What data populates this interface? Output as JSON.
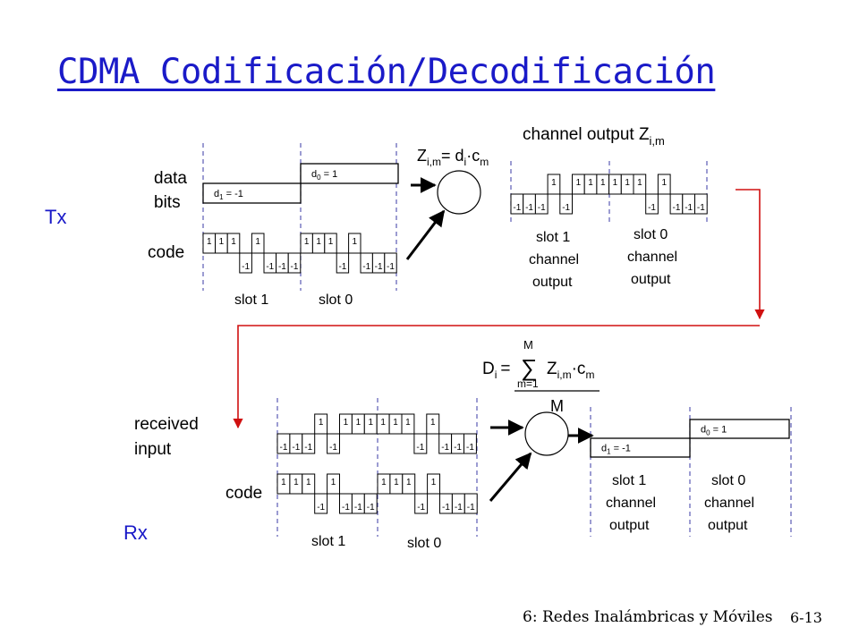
{
  "title": "CDMA Codificación/Decodificación",
  "footer": {
    "chapter": "6: Redes Inalámbricas y Móviles",
    "page": "6-13"
  },
  "colors": {
    "title": "#1a1ac8",
    "side_labels": "#1a1ac8",
    "arrow_red": "#d01010",
    "grid": "#5a5ab4"
  },
  "tx": {
    "side_label": "Tx",
    "data_bits_label": [
      "data",
      "bits"
    ],
    "code_label": "code",
    "slot_labels": [
      "slot 1",
      "slot 0"
    ],
    "bits": [
      {
        "sub": "1",
        "value": "-1"
      },
      {
        "sub": "0",
        "value": "1"
      }
    ],
    "code": [
      "1",
      "1",
      "1",
      "-1",
      "1",
      "-1",
      "-1",
      "-1"
    ],
    "formula": {
      "lhs": "Z",
      "lhs_sub": "i,m",
      "eq": "= d",
      "d_sub": "i",
      "dot": "·c",
      "c_sub": "m"
    },
    "channel_output_label": {
      "text": "channel output Z",
      "sub": "i,m"
    },
    "channel_output": [
      "-1",
      "-1",
      "-1",
      "1",
      "-1",
      "1",
      "1",
      "1",
      "1",
      "1",
      "1",
      "-1",
      "1",
      "-1",
      "-1",
      "-1"
    ],
    "channel_slot_labels": [
      [
        "slot 1",
        "channel",
        "output"
      ],
      [
        "slot 0",
        "channel",
        "output"
      ]
    ]
  },
  "rx": {
    "side_label": "Rx",
    "received_label": [
      "received",
      "input"
    ],
    "code_label": "code",
    "slot_labels": [
      "slot 1",
      "slot 0"
    ],
    "received": [
      "-1",
      "-1",
      "-1",
      "1",
      "-1",
      "1",
      "1",
      "1",
      "1",
      "1",
      "1",
      "-1",
      "1",
      "-1",
      "-1",
      "-1"
    ],
    "code": [
      "1",
      "1",
      "1",
      "-1",
      "1",
      "-1",
      "-1",
      "-1"
    ],
    "formula": {
      "lhs": "D",
      "lhs_sub": "i",
      "eq": "=",
      "sum_top": "M",
      "sum_bottom": "m=1",
      "z": "Z",
      "z_sub": "i,m",
      "dot": "·c",
      "c_sub": "m",
      "denominator": "M"
    },
    "bits": [
      {
        "sub": "1",
        "value": "-1"
      },
      {
        "sub": "0",
        "value": "1"
      }
    ],
    "output_slot_labels": [
      [
        "slot 1",
        "channel",
        "output"
      ],
      [
        "slot 0",
        "channel",
        "output"
      ]
    ]
  }
}
